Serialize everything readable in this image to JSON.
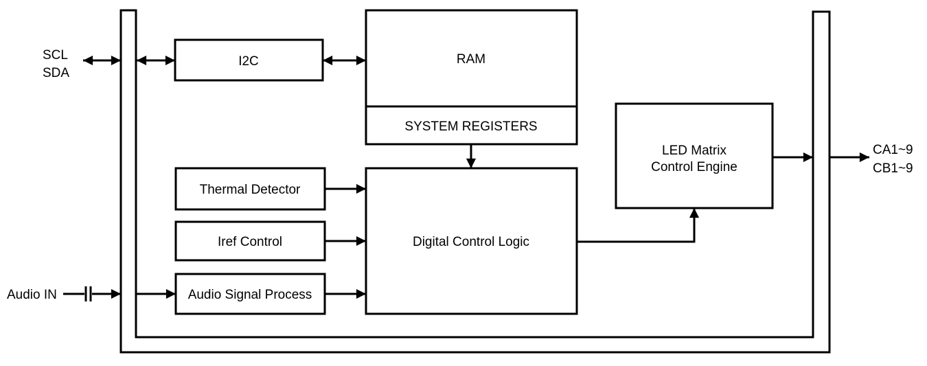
{
  "colors": {
    "line": "#000000",
    "text": "#000000",
    "background": "#ffffff"
  },
  "blocks": {
    "i2c": {
      "label": "I2C"
    },
    "ram": {
      "label": "RAM"
    },
    "system_registers": {
      "label": "SYSTEM REGISTERS"
    },
    "thermal_detector": {
      "label": "Thermal Detector"
    },
    "iref_control": {
      "label": "Iref Control"
    },
    "audio_signal_process": {
      "label": "Audio Signal Process"
    },
    "digital_control_logic": {
      "label": "Digital Control Logic"
    },
    "led_matrix_control_engine": {
      "label_line1": "LED Matrix",
      "label_line2": "Control Engine"
    }
  },
  "pins": {
    "scl": {
      "label": "SCL"
    },
    "sda": {
      "label": "SDA"
    },
    "audio_in": {
      "label": "Audio IN"
    },
    "ca": {
      "label": "CA1~9"
    },
    "cb": {
      "label": "CB1~9"
    }
  }
}
